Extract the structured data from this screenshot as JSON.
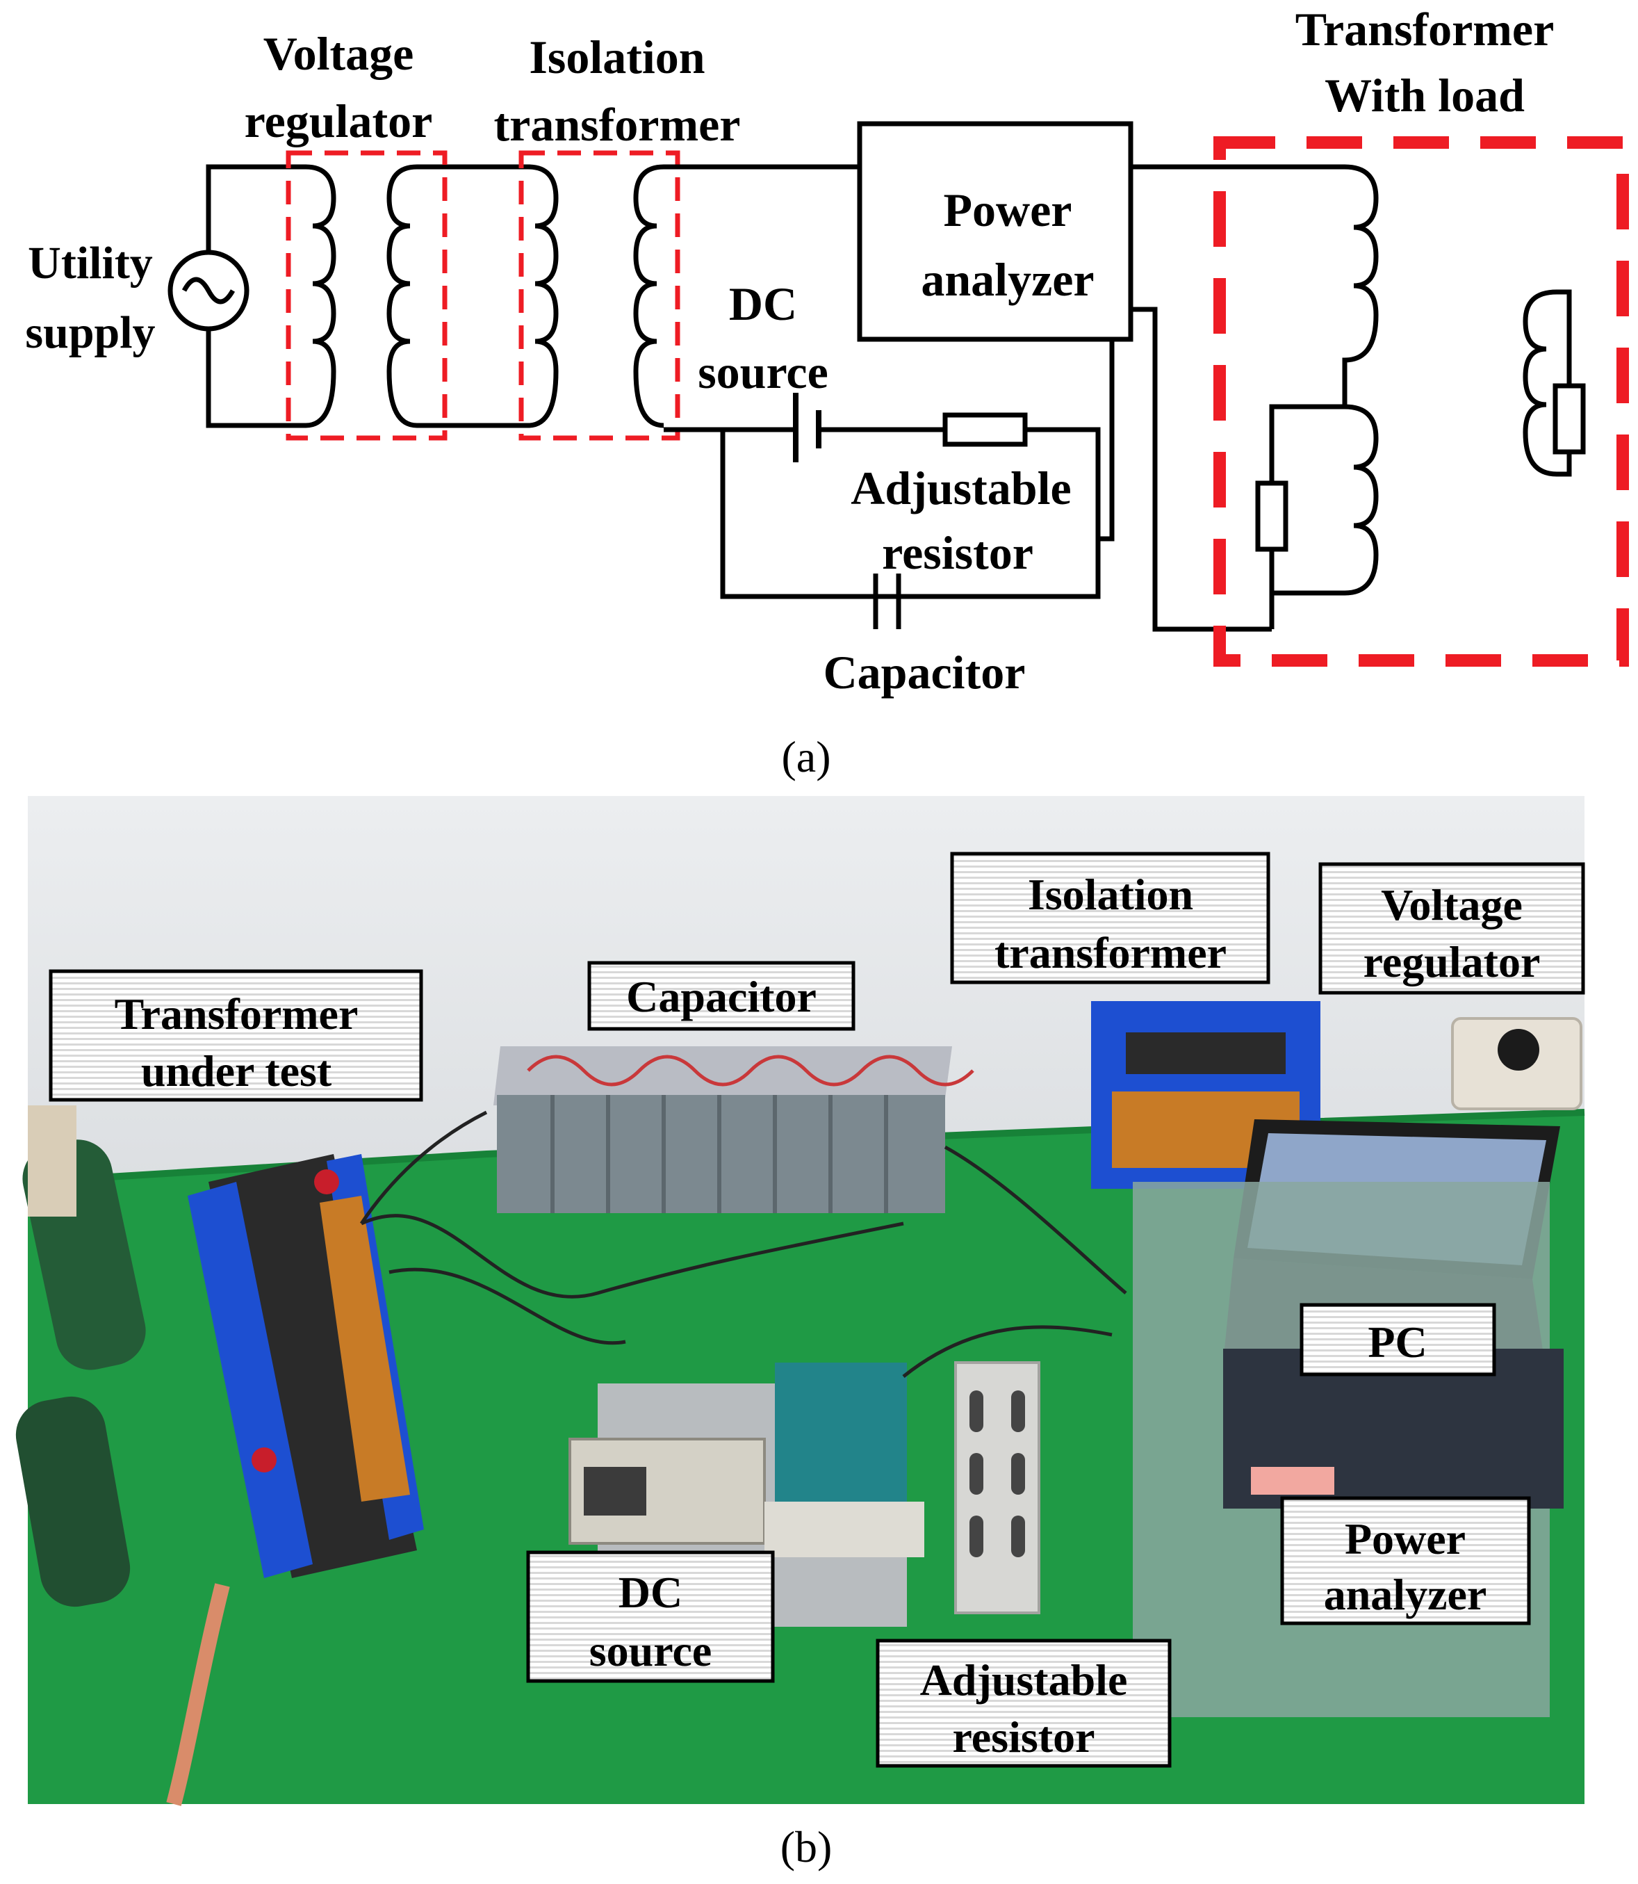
{
  "panel_a": {
    "labels": {
      "voltage_regulator": [
        "Voltage",
        "regulator"
      ],
      "isolation_transformer": [
        "Isolation",
        "transformer"
      ],
      "utility_supply": [
        "Utility",
        "supply"
      ],
      "dc_source": [
        "DC",
        "source"
      ],
      "power_analyzer": [
        "Power",
        "analyzer"
      ],
      "adjustable_resistor": [
        "Adjustable",
        "resistor"
      ],
      "capacitor": "Capacitor",
      "transformer_with_load": [
        "Transformer",
        "With load"
      ]
    },
    "caption": "(a)"
  },
  "panel_b": {
    "labels": {
      "transformer_under_test": [
        "Transformer",
        "under test"
      ],
      "capacitor": "Capacitor",
      "isolation_transformer": [
        "Isolation",
        "transformer"
      ],
      "voltage_regulator": [
        "Voltage",
        "regulator"
      ],
      "pc": "PC",
      "power_analyzer": [
        "Power",
        "analyzer"
      ],
      "dc_source": [
        "DC",
        "source"
      ],
      "adjustable_resistor": [
        "Adjustable",
        "resistor"
      ]
    },
    "caption": "(b)"
  },
  "colors": {
    "dashed_outline": "#ee1c24",
    "floor_green": "#1f9a45",
    "wall": "#e9eaec"
  }
}
